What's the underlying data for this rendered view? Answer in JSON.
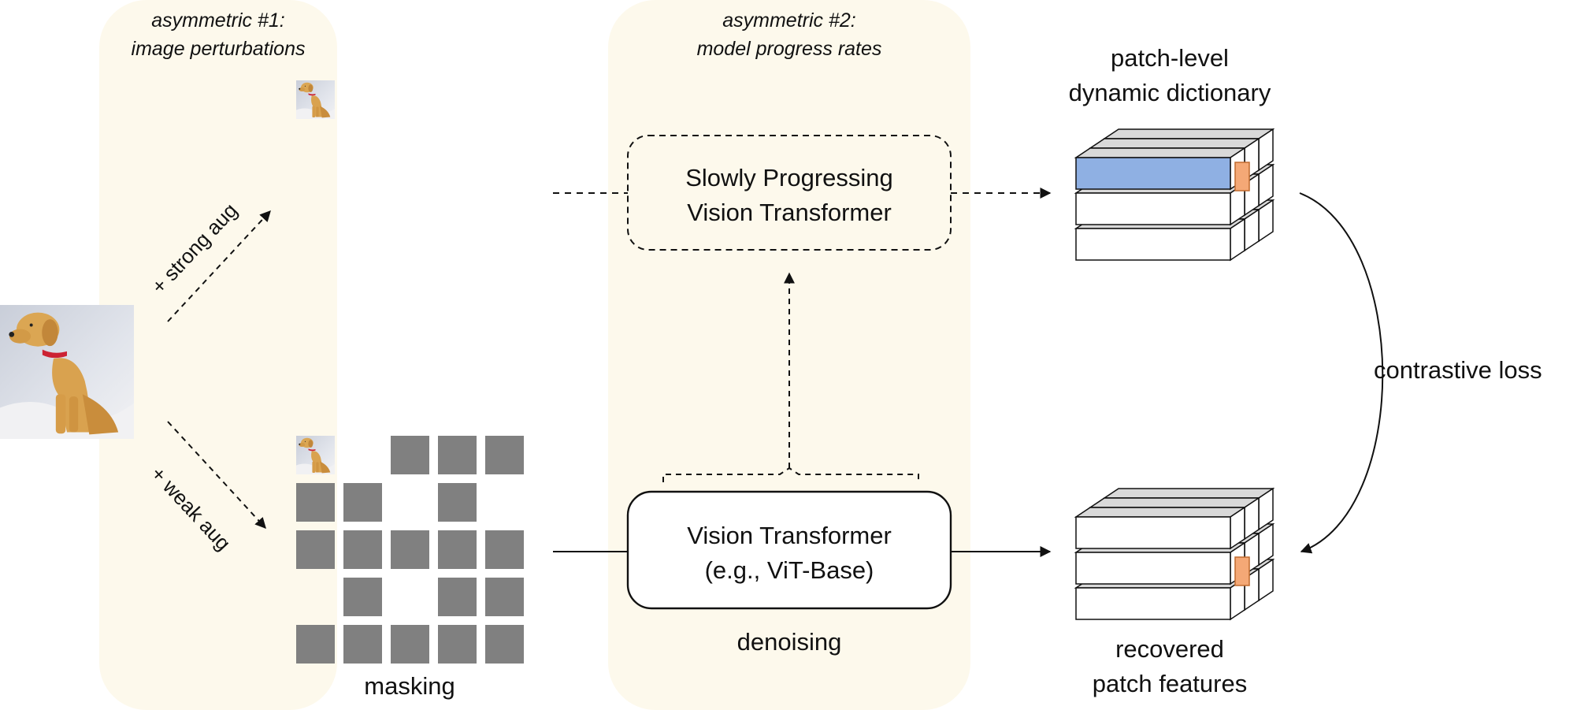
{
  "panels": {
    "asym1": {
      "line1": "asymmetric #1:",
      "line2": "image perturbations"
    },
    "asym2": {
      "line1": "asymmetric #2:",
      "line2": "model progress rates"
    }
  },
  "branches": {
    "strong": "+ strong aug",
    "weak": "+ weak aug"
  },
  "models": {
    "slow": {
      "line1": "Slowly Progressing",
      "line2": "Vision Transformer"
    },
    "vit": {
      "line1": "Vision Transformer",
      "line2": "(e.g., ViT-Base)"
    }
  },
  "labels": {
    "masking": "masking",
    "denoising": "denoising",
    "dictionary_line1": "patch-level",
    "dictionary_line2": "dynamic dictionary",
    "recovered_line1": "recovered",
    "recovered_line2": "patch features",
    "loss": "contrastive loss"
  },
  "colors": {
    "panel": "#fdf9ec",
    "dict_highlight": "#8fb0e3",
    "feature_highlight": "#f4a876",
    "mask_gray": "#808080",
    "dog_fur": "#d9a24f",
    "background_cloth": "#d6dae3"
  },
  "masked_grid": {
    "rows": 5,
    "cols": 5,
    "visible_cells": [
      [
        0,
        0
      ],
      [
        0,
        1
      ],
      [
        1,
        2
      ],
      [
        1,
        4
      ],
      [
        3,
        0
      ],
      [
        3,
        2
      ]
    ]
  }
}
